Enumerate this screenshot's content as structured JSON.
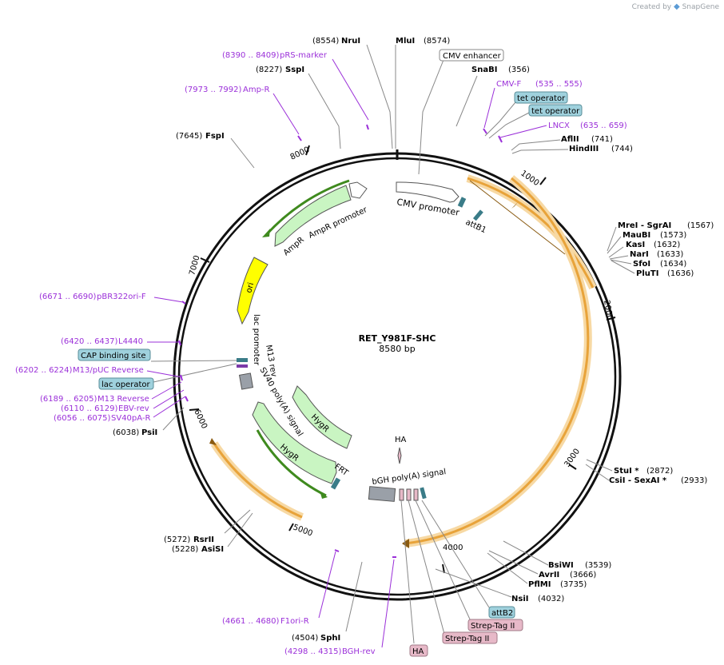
{
  "credit": {
    "prefix": "Created by",
    "brand": "SnapGene"
  },
  "plasmid": {
    "name": "RET_Y981F-SHC",
    "size_label": "8580 bp",
    "length": 8580
  },
  "ticks": [
    "1000",
    "2000",
    "3000",
    "4000",
    "5000",
    "6000",
    "7000",
    "8000"
  ],
  "sites": [
    {
      "name": "NruI",
      "pos": "(8554)"
    },
    {
      "name": "MluI",
      "pos": "(8574)"
    },
    {
      "name": "SspI",
      "pos": "(8227)"
    },
    {
      "name": "SnaBI",
      "pos": "(356)"
    },
    {
      "name": "FspI",
      "pos": "(7645)"
    },
    {
      "name": "AflII",
      "pos": "(741)"
    },
    {
      "name": "HindIII",
      "pos": "(744)"
    },
    {
      "name": "MreI - SgrAI",
      "pos": "(1567)"
    },
    {
      "name": "MauBI",
      "pos": "(1573)"
    },
    {
      "name": "KasI",
      "pos": "(1632)"
    },
    {
      "name": "NarI",
      "pos": "(1633)"
    },
    {
      "name": "SfoI",
      "pos": "(1634)"
    },
    {
      "name": "PluTI",
      "pos": "(1636)"
    },
    {
      "name": "StuI *",
      "pos": "(2872)"
    },
    {
      "name": "CsiI - SexAI *",
      "pos": "(2933)"
    },
    {
      "name": "BsiWI",
      "pos": "(3539)"
    },
    {
      "name": "AvrII",
      "pos": "(3666)"
    },
    {
      "name": "PflMI",
      "pos": "(3735)"
    },
    {
      "name": "NsiI",
      "pos": "(4032)"
    },
    {
      "name": "SphI",
      "pos": "(4504)"
    },
    {
      "name": "RsrII",
      "pos": "(5272)"
    },
    {
      "name": "AsiSI",
      "pos": "(5228)"
    },
    {
      "name": "PsiI",
      "pos": "(6038)"
    }
  ],
  "primers": [
    {
      "range": "(8390 .. 8409)",
      "name": "pRS-marker"
    },
    {
      "range": "(7973 .. 7992)",
      "name": "Amp-R"
    },
    {
      "range": "(535 .. 555)",
      "name": "CMV-F"
    },
    {
      "range": "(635 .. 659)",
      "name": "LNCX"
    },
    {
      "range": "(6671 .. 6690)",
      "name": "pBR322ori-F"
    },
    {
      "range": "(6420 .. 6437)",
      "name": "L4440"
    },
    {
      "range": "(6202 .. 6224)",
      "name": "M13/pUC Reverse"
    },
    {
      "range": "(6189 .. 6205)",
      "name": "M13 Reverse"
    },
    {
      "range": "(6110 .. 6129)",
      "name": "EBV-rev"
    },
    {
      "range": "(6056 .. 6075)",
      "name": "SV40pA-R"
    },
    {
      "range": "(4661 .. 4680)",
      "name": "F1ori-R"
    },
    {
      "range": "(4298 .. 4315)",
      "name": "BGH-rev"
    }
  ],
  "boxed_labels": {
    "cmv_enhancer": "CMV enhancer",
    "tet_operator_1": "tet operator",
    "tet_operator_2": "tet operator",
    "cap_binding_site": "CAP binding site",
    "lac_operator": "lac operator",
    "attB2": "attB2",
    "strep_tag_1": "Strep-Tag II",
    "strep_tag_2": "Strep-Tag II",
    "ha_box": "HA"
  },
  "features": {
    "cmv_promoter": "CMV promoter",
    "attB1": "attB1",
    "ampr": "AmpR",
    "ampr_promoter": "AmpR promoter",
    "ori": "ori",
    "lac_promoter": "lac promoter",
    "m13_rev": "M13 rev",
    "sv40_polya": "SV40 poly(A) signal",
    "hygr_1": "HygR",
    "hygr_2": "HygR",
    "frt": "FRT",
    "ha": "HA",
    "bgh_polya": "bGH poly(A) signal"
  },
  "colors": {
    "backbone": "#111111",
    "orange_feature": "#e8a33a",
    "orange_glow": "#f7d9a4",
    "green_feature": "#c9f5c2",
    "green_arrow": "#3f8a1e",
    "ori_yellow": "#ffff00",
    "teal": "#3a7c88",
    "boxed_blue": "#9fd1dd",
    "boxed_pink": "#e7b9c8",
    "gray_feature": "#9aa0a8",
    "primer_purple": "#9b30d9",
    "site_line": "#888888"
  }
}
